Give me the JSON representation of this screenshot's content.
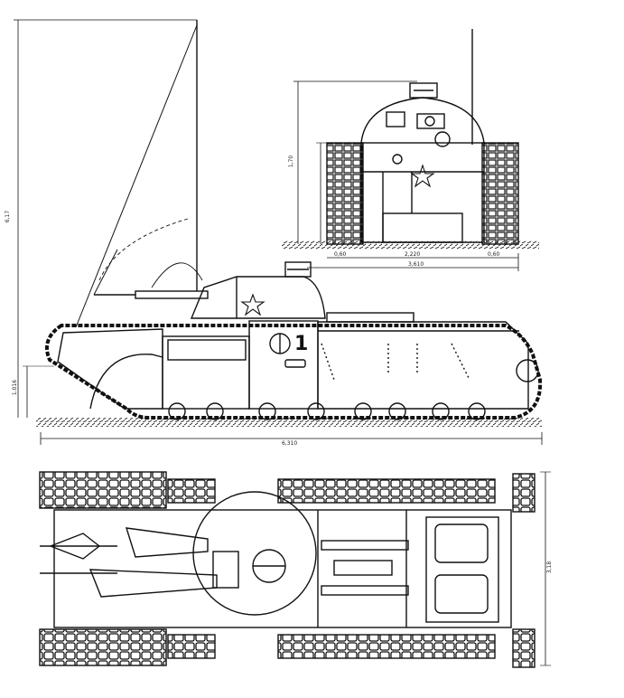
{
  "drawing": {
    "views": [
      {
        "id": "front",
        "label": ""
      },
      {
        "id": "side",
        "label": ""
      },
      {
        "id": "top",
        "label": ""
      }
    ],
    "side_dimensions": {
      "overall_height": "6,17",
      "hull_low": "1.016",
      "overall_length": "6,310"
    },
    "front_dimensions": {
      "hull_height": "1,70",
      "track_left": "0,60",
      "center": "2,220",
      "overall_width": "3,610",
      "track_right": "0,60"
    },
    "top_dimensions": {
      "width": "3,18"
    },
    "hull_markings": {
      "number": "1",
      "roundel": "O"
    }
  }
}
